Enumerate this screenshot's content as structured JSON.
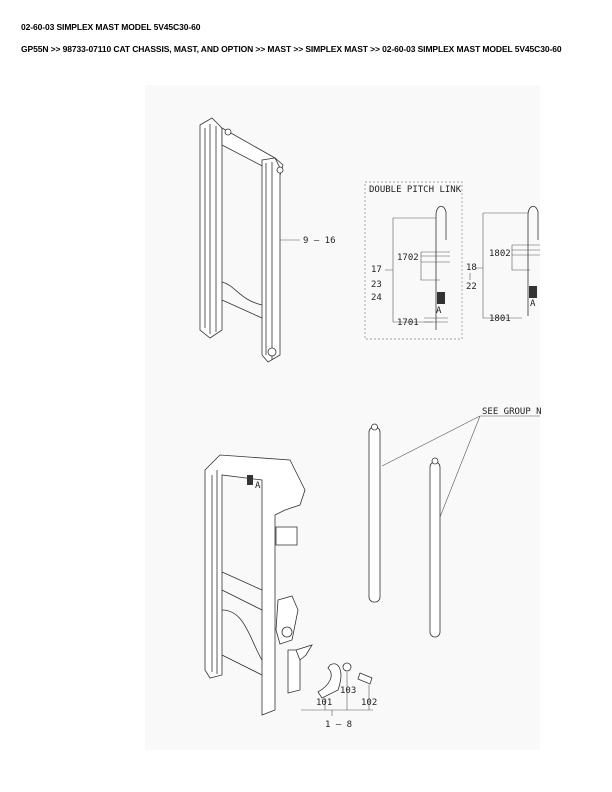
{
  "page": {
    "title": "02-60-03 SIMPLEX MAST MODEL 5V45C30-60",
    "breadcrumb": "GP55N >> 98733-07110 CAT CHASSIS, MAST, AND OPTION >> MAST >> SIMPLEX MAST >> 02-60-03 SIMPLEX MAST MODEL 5V45C30-60"
  },
  "figure": {
    "inset_title": "DOUBLE PITCH LINK",
    "see_group": "SEE GROUP N",
    "labels": {
      "inner_mast": "9 — 16",
      "chain_a_group_1": "17",
      "chain_a_group_2": "23",
      "chain_a_group_3": "24",
      "chain_a_top": "1702",
      "chain_a_bottom": "1701",
      "chain_b_group_1": "18",
      "chain_b_group_2": "22",
      "chain_b_top": "1802",
      "chain_b_bottom": "1801",
      "arrow_a1": "A",
      "arrow_a2": "A",
      "arrow_a3": "A",
      "cap": "101",
      "washer": "103",
      "bolt": "102",
      "outer_mast": "1 — 8"
    }
  }
}
